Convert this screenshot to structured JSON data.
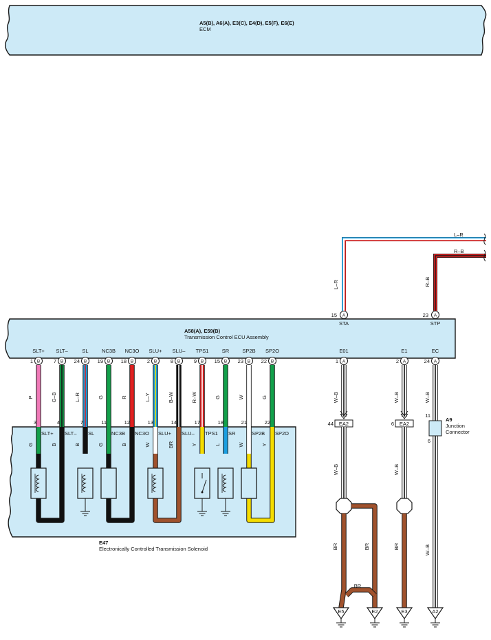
{
  "ecm": {
    "connectors": "A5(B), A6(A), E3(C), E4(D), E5(F), E6(E)",
    "name": "ECM"
  },
  "tcu": {
    "connectors": "A58(A), E59(B)",
    "name": "Transmission Control ECU Assembly"
  },
  "solenoid": {
    "id": "E47",
    "name": "Electronically Controlled Transmission Solenoid"
  },
  "junction": {
    "id": "A9",
    "line1": "Junction",
    "line2": "Connector",
    "pin_top": "11",
    "pin_bottom": "6"
  },
  "top_wires": {
    "lr_label": "L–R",
    "rb_label": "R–B",
    "sta": {
      "pin": "15",
      "conn": "A",
      "label": "STA",
      "wire": "L–R"
    },
    "stp": {
      "pin": "23",
      "conn": "A",
      "label": "STP",
      "wire": "R–B"
    }
  },
  "signals": [
    {
      "name": "SLT+",
      "pin": "1",
      "conn": "B",
      "wire": "P",
      "sol_pin": "3",
      "sol_label": "SLT+",
      "sol_wire": "G"
    },
    {
      "name": "SLT–",
      "pin": "7",
      "conn": "B",
      "wire": "G–B",
      "sol_pin": "4",
      "sol_label": "SLT–",
      "sol_wire": "B"
    },
    {
      "name": "SL",
      "pin": "24",
      "conn": "B",
      "wire": "L–R",
      "sol_pin": "7",
      "sol_label": "SL",
      "sol_wire": "B"
    },
    {
      "name": "NC3B",
      "pin": "19",
      "conn": "B",
      "wire": "G",
      "sol_pin": "11",
      "sol_label": "NC3B",
      "sol_wire": "G"
    },
    {
      "name": "NC3O",
      "pin": "18",
      "conn": "B",
      "wire": "R",
      "sol_pin": "12",
      "sol_label": "NC3O",
      "sol_wire": "B"
    },
    {
      "name": "SLU+",
      "pin": "2",
      "conn": "B",
      "wire": "L–Y",
      "sol_pin": "13",
      "sol_label": "SLU+",
      "sol_wire": "W"
    },
    {
      "name": "SLU–",
      "pin": "8",
      "conn": "B",
      "wire": "B–W",
      "sol_pin": "14",
      "sol_label": "SLU–",
      "sol_wire": "BR"
    },
    {
      "name": "TPS1",
      "pin": "9",
      "conn": "B",
      "wire": "R–W",
      "sol_pin": "17",
      "sol_label": "TPS1",
      "sol_wire": "Y"
    },
    {
      "name": "SR",
      "pin": "15",
      "conn": "B",
      "wire": "G",
      "sol_pin": "18",
      "sol_label": "SR",
      "sol_wire": "L"
    },
    {
      "name": "SP2B",
      "pin": "23",
      "conn": "B",
      "wire": "W",
      "sol_pin": "21",
      "sol_label": "SP2B",
      "sol_wire": "W"
    },
    {
      "name": "SP2O",
      "pin": "22",
      "conn": "B",
      "wire": "G",
      "sol_pin": "22",
      "sol_label": "SP2O",
      "sol_wire": "Y"
    }
  ],
  "grounds": [
    {
      "name": "E01",
      "pin": "1",
      "conn": "A",
      "wire": "W–B",
      "ea2_pin": "44",
      "ea2": "EA2",
      "lower_wire": "W–B",
      "br_left": "BR",
      "br_right": "BR",
      "br_bottom": "BR",
      "gnd_left": "E5",
      "gnd_right": "E2"
    },
    {
      "name": "E1",
      "pin": "2",
      "conn": "A",
      "wire": "W–B",
      "ea2_pin": "6",
      "ea2": "EA2",
      "lower_wire": "W–B",
      "br": "BR",
      "gnd": "E3"
    },
    {
      "name": "EC",
      "pin": "24",
      "conn": "A",
      "wire": "W–B",
      "lower_wire": "W–B",
      "gnd": "A2"
    }
  ],
  "colors": {
    "panel": "#cdeaf7",
    "panel_border": "#1a1a1a",
    "P": "#f07ab8",
    "G": "#12a04a",
    "B": "#111111",
    "R": "#e02020",
    "L": "#1a9ee0",
    "Y": "#f5dc00",
    "W": "#ffffff",
    "BR": "#a0522d"
  }
}
